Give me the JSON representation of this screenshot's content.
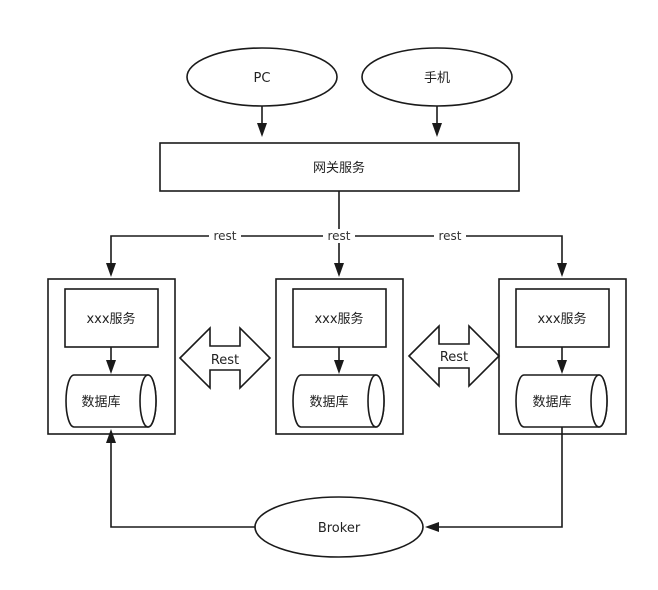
{
  "clients": {
    "pc": "PC",
    "mobile": "手机"
  },
  "gateway": "网关服务",
  "edge_labels": {
    "rest_left": "rest",
    "rest_middle": "rest",
    "rest_right": "rest"
  },
  "services": [
    {
      "service_label": "xxx服务",
      "db_label": "数据库"
    },
    {
      "service_label": "xxx服务",
      "db_label": "数据库"
    },
    {
      "service_label": "xxx服务",
      "db_label": "数据库"
    }
  ],
  "rest_arrows": [
    "Rest",
    "Rest"
  ],
  "broker": "Broker",
  "colors": {
    "stroke": "#1a1a1a",
    "background": "#ffffff",
    "text": "#222222"
  }
}
